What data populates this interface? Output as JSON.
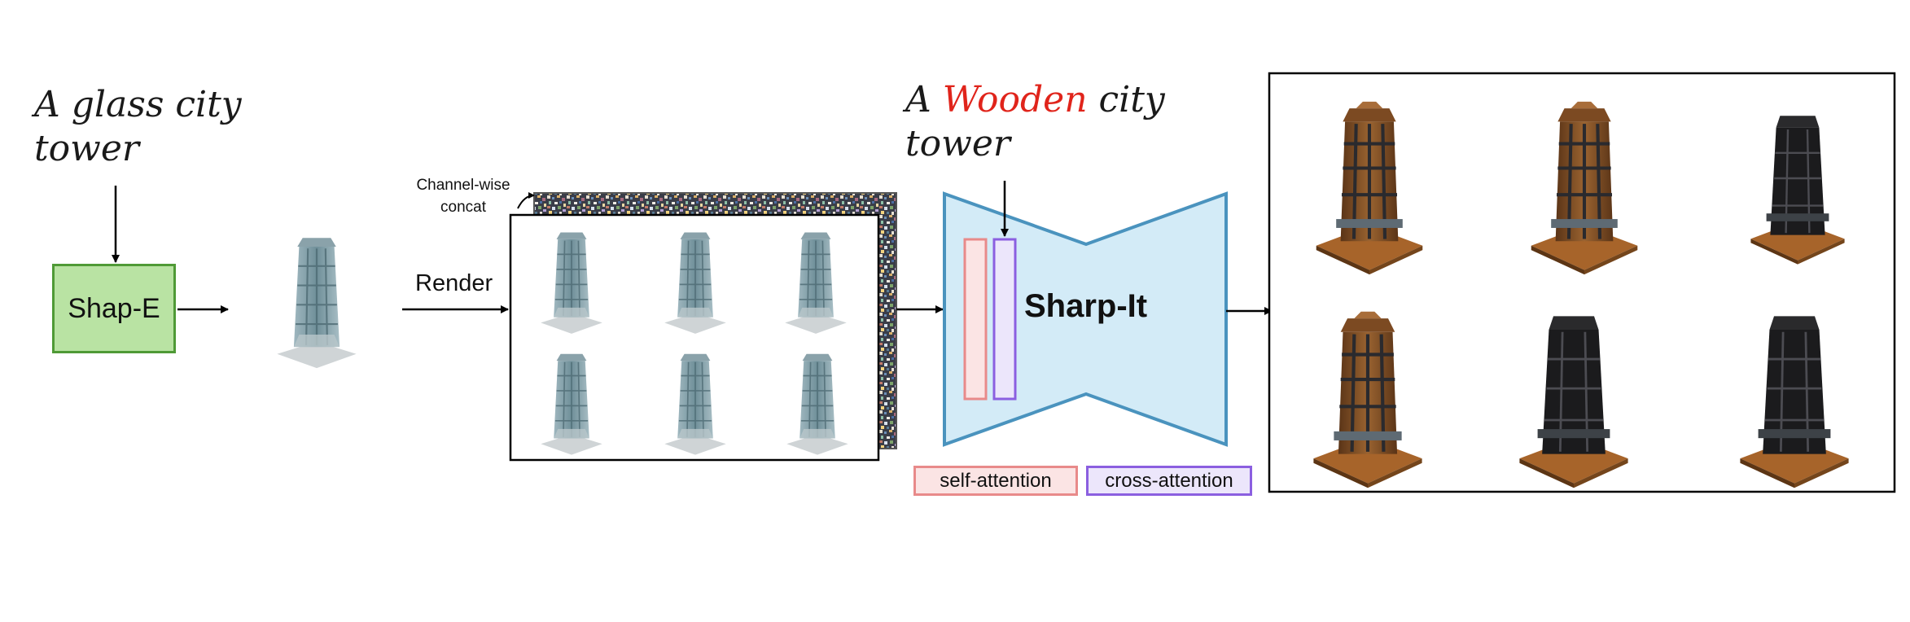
{
  "prompts": {
    "input_prompt": [
      "A glass city",
      "tower"
    ],
    "target_prompt": {
      "before": "A ",
      "highlight": "Wooden",
      "after": " city",
      "line2": "tower"
    }
  },
  "blocks": {
    "shap_e": "Shap-E",
    "render": "Render",
    "concat": [
      "Channel-wise",
      "concat"
    ],
    "sharp_it": "Sharp-It"
  },
  "legend": {
    "self_attention": "self-attention",
    "cross_attention": "cross-attention"
  },
  "colors": {
    "shap_e_fill": "#b9e3a3",
    "shap_e_border": "#4f9a36",
    "unet_fill": "#d3ebf7",
    "unet_border": "#4a93be",
    "self_attention": "#e88a8a",
    "cross_attention": "#8b5fe0",
    "highlight_text": "#e0241b",
    "glass_tower": "#8fa9b2",
    "wooden_tower": "#8a5424"
  },
  "images": {
    "coarse_render": "glass-tower-icon",
    "multiview_input_grid": "glass-tower-multiview-grid",
    "multiview_output_grid": "wooden-tower-multiview-grid",
    "noise": "noise-pattern"
  }
}
